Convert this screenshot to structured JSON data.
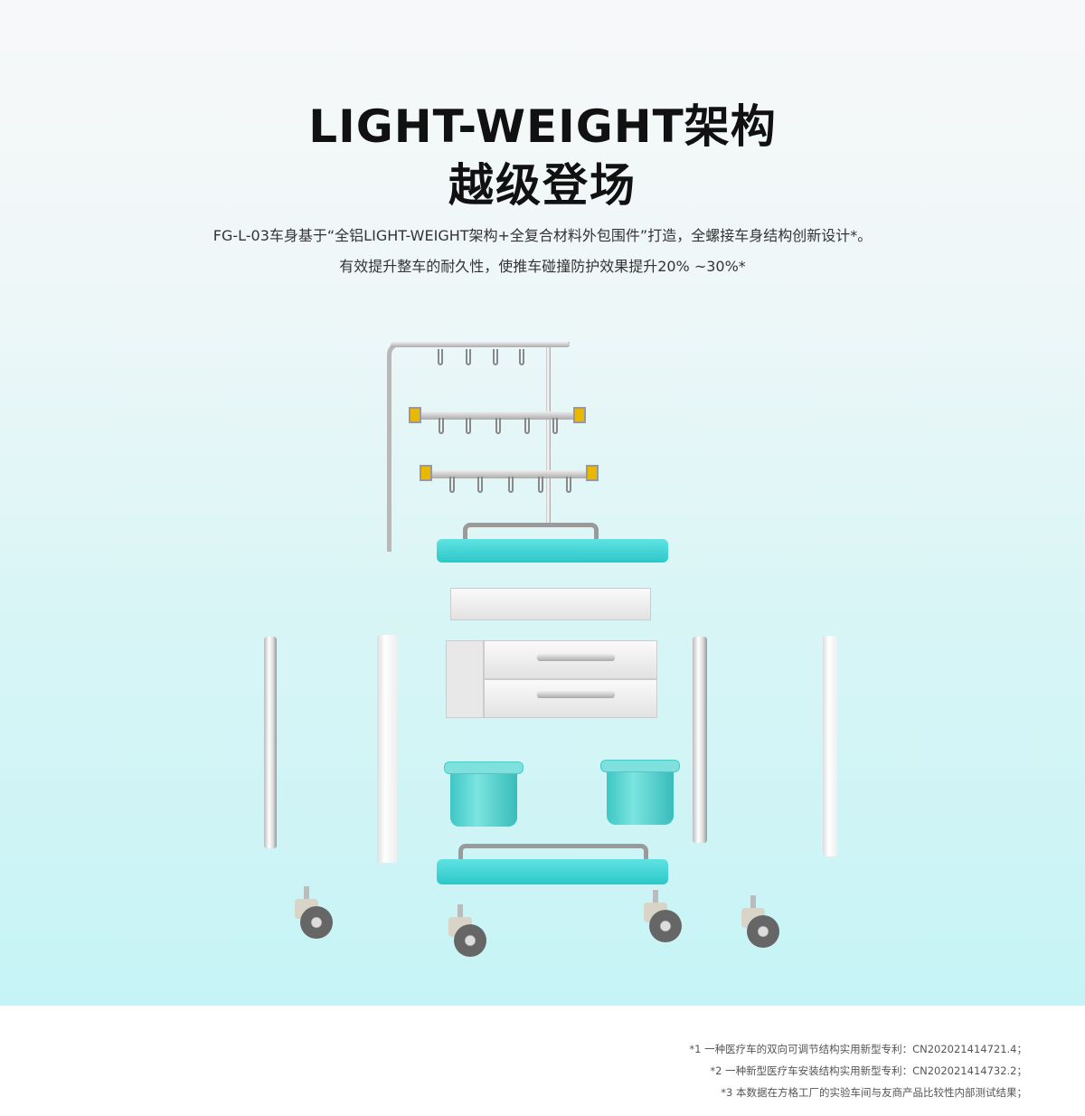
{
  "header": {
    "title_line1": "LIGHT-WEIGHT架构",
    "title_line2": "越级登场",
    "desc_line1": "FG-L-03车身基于“全铝LIGHT-WEIGHT架构+全复合材料外包围件”打造，全螺接车身结构创新设计*。",
    "desc_line2": "有效提升整车的耐久性，使推车碰撞防护效果提升20% ~30%*"
  },
  "colors": {
    "accent": "#2cc7c9",
    "background_bottom": "#c6f4f6"
  },
  "footnotes": [
    "*1 一种医疗车的双向可调节结构实用新型专利：CN202021414721.4；",
    "*2 一种新型医疗车安装结构实用新型专利：CN202021414732.2；",
    "*3 本数据在方格工厂的实验车间与友商产品比较性内部测试结果；"
  ]
}
